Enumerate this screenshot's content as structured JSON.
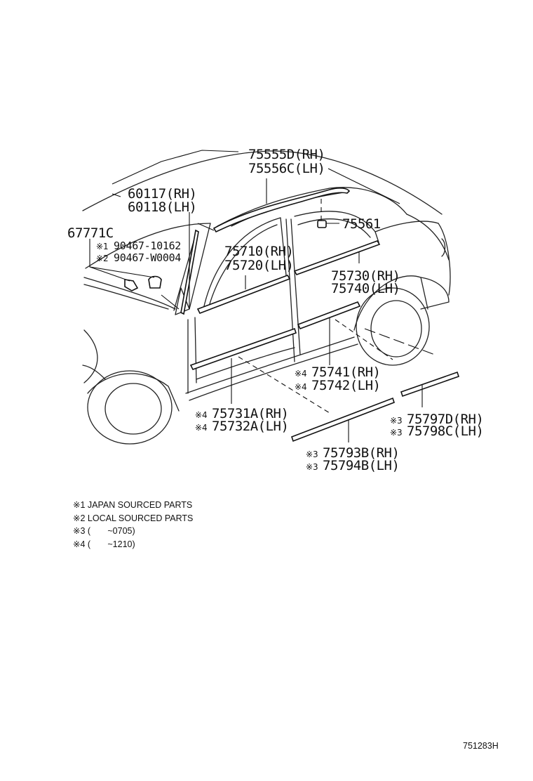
{
  "callouts": {
    "p75555": {
      "mark": "",
      "text": "75555D(RH)"
    },
    "p75556": {
      "mark": "",
      "text": "75556C(LH)"
    },
    "p60117": {
      "mark": "",
      "text": "60117(RH)"
    },
    "p60118": {
      "mark": "",
      "text": "60118(LH)"
    },
    "p67771": {
      "mark": "",
      "text": "67771C"
    },
    "p90467a": {
      "mark": "※1",
      "text": "90467-10162"
    },
    "p90467b": {
      "mark": "※2",
      "text": "90467-W0004"
    },
    "p75561": {
      "mark": "",
      "text": "75561"
    },
    "p75710": {
      "mark": "",
      "text": "75710(RH)"
    },
    "p75720": {
      "mark": "",
      "text": "75720(LH)"
    },
    "p75730": {
      "mark": "",
      "text": "75730(RH)"
    },
    "p75740": {
      "mark": "",
      "text": "75740(LH)"
    },
    "p75741": {
      "mark": "※4",
      "text": "75741(RH)"
    },
    "p75742": {
      "mark": "※4",
      "text": "75742(LH)"
    },
    "p75731": {
      "mark": "※4",
      "text": "75731A(RH)"
    },
    "p75732": {
      "mark": "※4",
      "text": "75732A(LH)"
    },
    "p75797": {
      "mark": "※3",
      "text": "75797D(RH)"
    },
    "p75798": {
      "mark": "※3",
      "text": "75798C(LH)"
    },
    "p75793": {
      "mark": "※3",
      "text": "75793B(RH)"
    },
    "p75794": {
      "mark": "※3",
      "text": "75794B(LH)"
    }
  },
  "notes": [
    "※1 JAPAN SOURCED PARTS",
    "※2 LOCAL SOURCED PARTS",
    "※3 (       ~0705)",
    "※4 (       ~1210)"
  ],
  "illustration_id": "751283H"
}
